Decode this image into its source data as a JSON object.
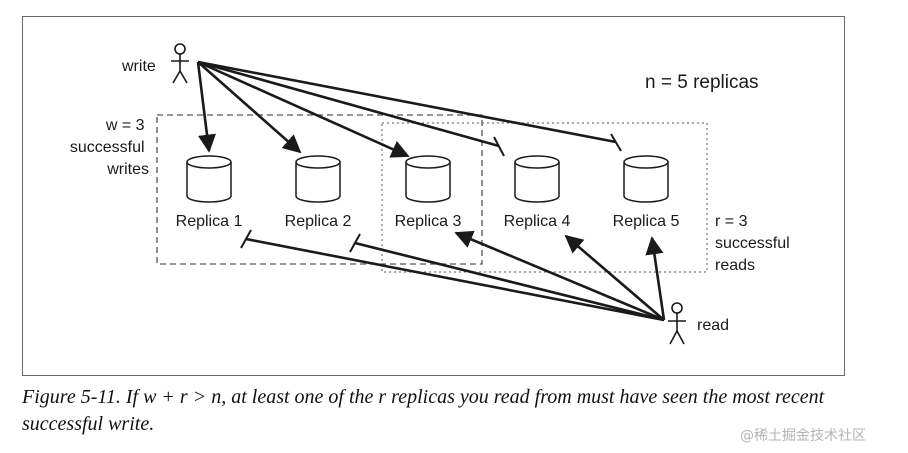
{
  "diagram": {
    "write_label": "write",
    "read_label": "read",
    "n_label": "n = 5 replicas",
    "w_label": [
      "w = 3",
      "successful",
      "writes"
    ],
    "r_label": [
      "r = 3",
      "successful",
      "reads"
    ],
    "replicas": [
      "Replica 1",
      "Replica 2",
      "Replica 3",
      "Replica 4",
      "Replica 5"
    ],
    "write_outcomes": [
      "success",
      "success",
      "success",
      "failed",
      "failed"
    ],
    "read_outcomes": [
      "failed",
      "failed",
      "success",
      "success",
      "success"
    ]
  },
  "caption": {
    "text": "Figure 5-11. If w + r > n, at least one of the r replicas you read from must have seen the most recent successful write."
  },
  "watermark": "@稀土掘金技术社区"
}
